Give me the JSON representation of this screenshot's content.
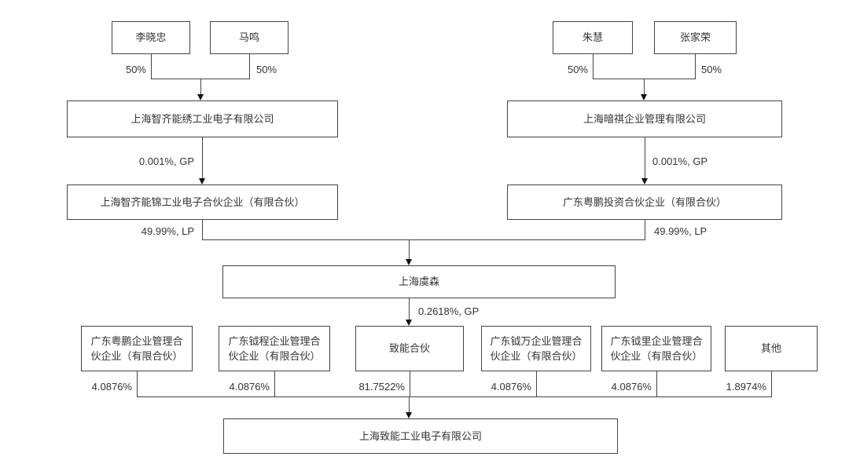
{
  "colors": {
    "background": "#ffffff",
    "line": "#444444",
    "text": "#333333"
  },
  "chart": {
    "left_branch": {
      "person1": {
        "name": "李晓忠",
        "pct": "50%"
      },
      "person2": {
        "name": "马鸣",
        "pct": "50%"
      },
      "company": "上海智齐能绣工业电子有限公司",
      "gp_label": "0.001%, GP",
      "partnership": "上海智齐能锦工业电子合伙企业（有限合伙）",
      "lp_label": "49.99%, LP"
    },
    "right_branch": {
      "person1": {
        "name": "朱慧",
        "pct": "50%"
      },
      "person2": {
        "name": "张家荣",
        "pct": "50%"
      },
      "company": "上海暗祺企业管理有限公司",
      "gp_label": "0.001%, GP",
      "partnership": "广东粤鹏投资合伙企业（有限合伙）",
      "lp_label": "49.99%, LP"
    },
    "middle": {
      "company": "上海虞森",
      "gp_label": "0.2618%, GP"
    },
    "shareholders": [
      {
        "name": "广东粤鹏企业管理合伙企业（有限合伙）",
        "pct": "4.0876%"
      },
      {
        "name": "广东钺程企业管理合伙企业（有限合伙）",
        "pct": "4.0876%"
      },
      {
        "name": "致能合伙",
        "pct": "81.7522%"
      },
      {
        "name": "广东钺万企业管理合伙企业（有限合伙）",
        "pct": "4.0876%"
      },
      {
        "name": "广东钺里企业管理合伙企业（有限合伙）",
        "pct": "4.0876%"
      },
      {
        "name": "其他",
        "pct": "1.8974%"
      }
    ],
    "target_company": "上海致能工业电子有限公司"
  }
}
